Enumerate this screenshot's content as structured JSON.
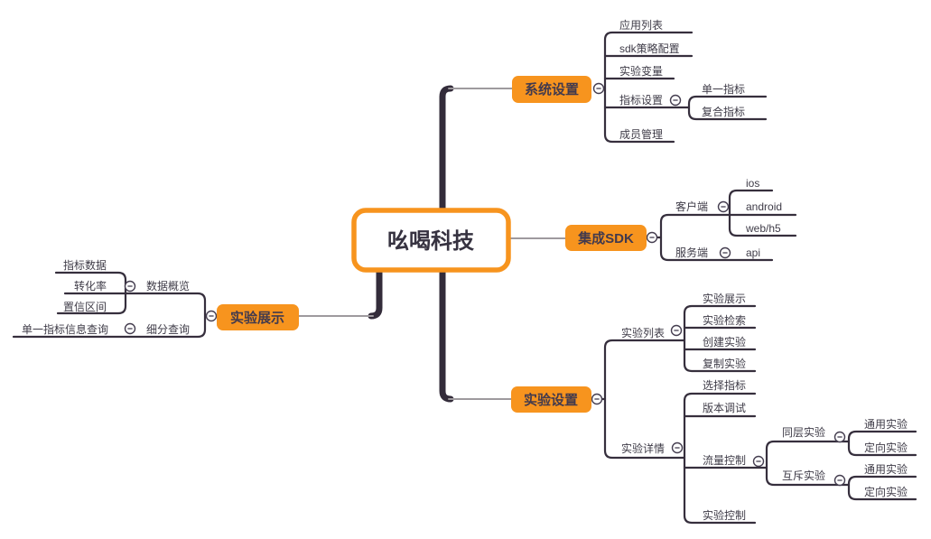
{
  "colors": {
    "canvas_bg": "#FFFFFF",
    "topic_fill": "#F7941E",
    "root_fill": "#FFFFFF",
    "root_border": "#F7941E",
    "branch_line": "#362F3D",
    "connector_line": "#9E9A9E",
    "topic_text": "#423A4D",
    "label_text": "#3E3B47"
  },
  "nodes": {
    "root": "吆喝科技",
    "system": "系统设置",
    "applist": "应用列表",
    "sdkconfig": "sdk策略配置",
    "expvar": "实验变量",
    "metricset": "指标设置",
    "single": "单一指标",
    "composite": "复合指标",
    "member": "成员管理",
    "sdk": "集成SDK",
    "client": "客户端",
    "ios": "ios",
    "android": "android",
    "webh5": "web/h5",
    "server": "服务端",
    "api": "api",
    "show": "实验展示",
    "overview": "数据概览",
    "metricdata": "指标数据",
    "conversion": "转化率",
    "confidence": "置信区间",
    "segment": "细分查询",
    "singlequery": "单一指标信息查询",
    "expset": "实验设置",
    "explist": "实验列表",
    "listshow": "实验展示",
    "listsearch": "实验检索",
    "listcreate": "创建实验",
    "listcopy": "复制实验",
    "expdetail": "实验详情",
    "metricsel": "选择指标",
    "versiondebug": "版本调试",
    "flowctrl": "流量控制",
    "samelayer": "同层实验",
    "same_general": "通用实验",
    "same_target": "定向实验",
    "mutex": "互斥实验",
    "mutex_general": "通用实验",
    "mutex_target": "定向实验",
    "expctrl": "实验控制"
  }
}
